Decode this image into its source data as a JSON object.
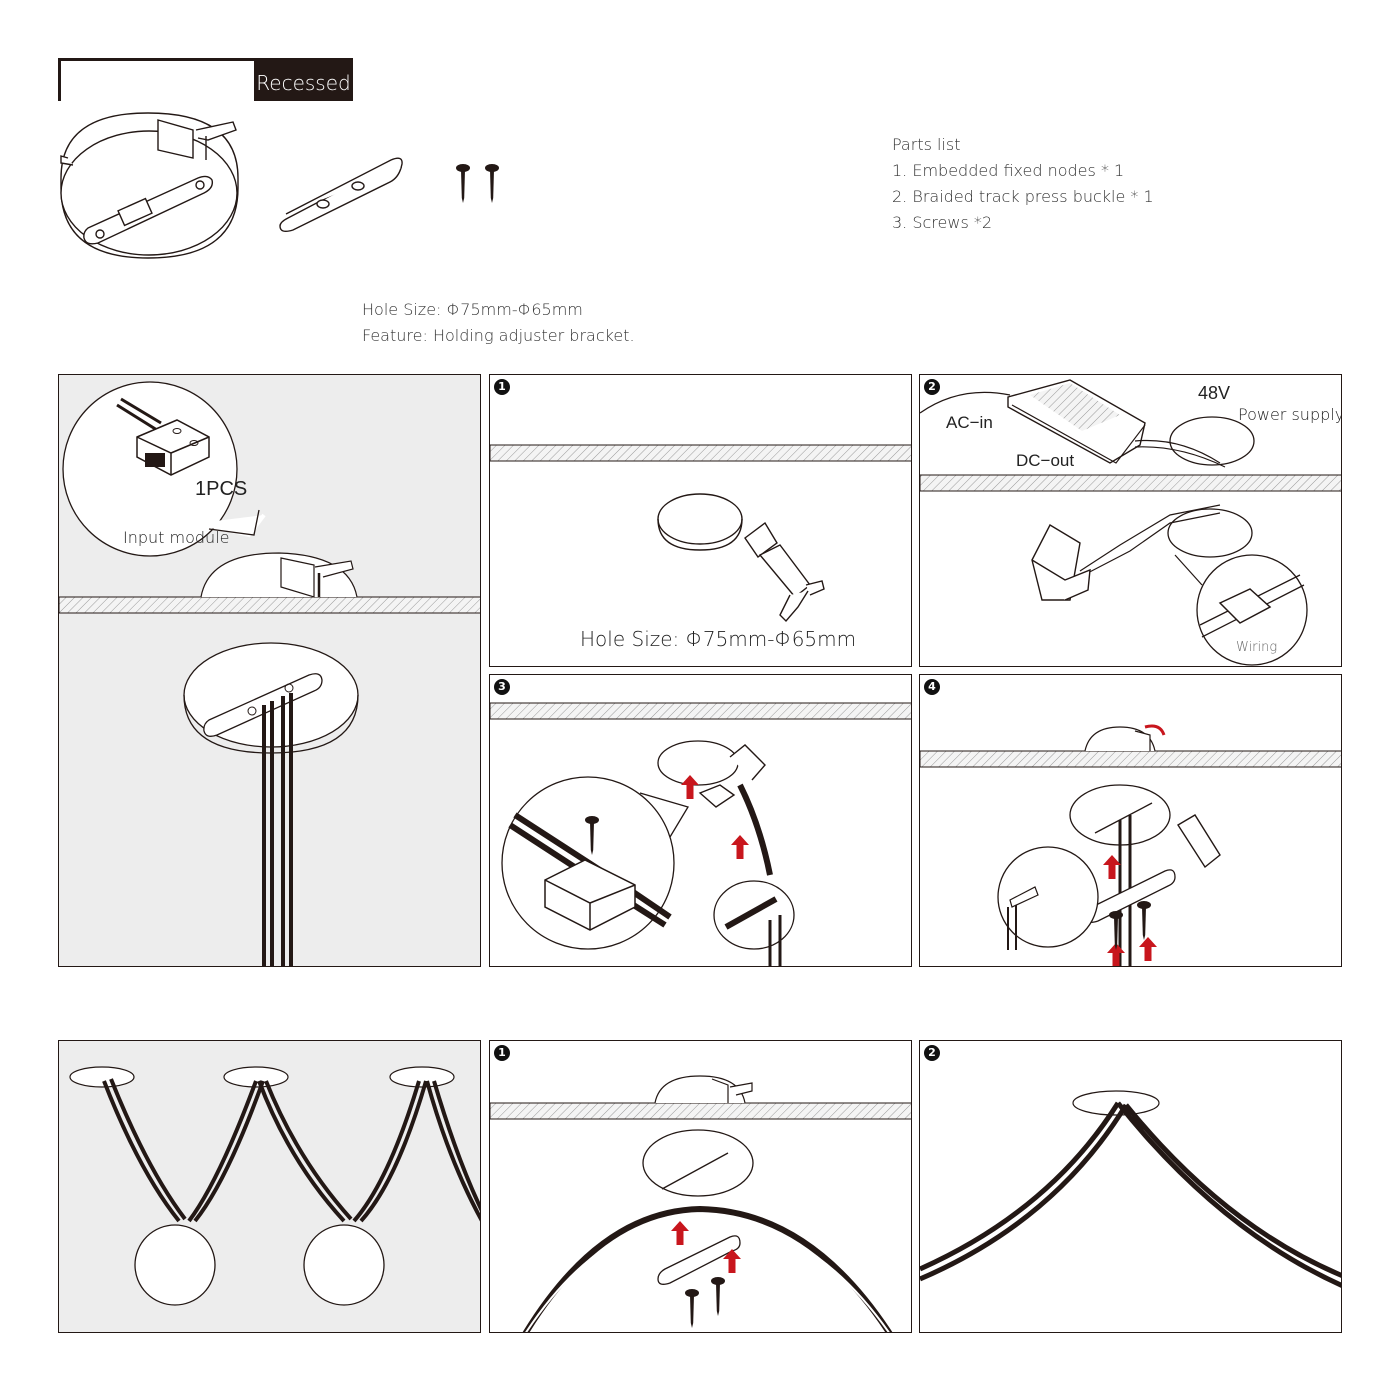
{
  "header": {
    "tab_label": "Recessed"
  },
  "parts_list": {
    "title": "Parts list",
    "items": [
      "1. Embedded fixed nodes * 1",
      "2. Braided track press buckle * 1",
      "3. Screws *2"
    ]
  },
  "info": {
    "hole_size": "Hole Size: Φ75mm-Φ65mm",
    "feature": "Feature: Holding adjuster bracket."
  },
  "panel_overview": {
    "count_label": "1PCS",
    "module_label": "Input module"
  },
  "step1": {
    "number": "1",
    "hole_label": "Hole Size: Φ75mm-Φ65mm"
  },
  "step2": {
    "number": "2",
    "voltage": "48V",
    "power_label": "Power supply",
    "ac_label": "AC−in",
    "dc_label": "DC−out",
    "wiring_label": "Wiring"
  },
  "step3": {
    "number": "3"
  },
  "step4": {
    "number": "4"
  },
  "b_step1": {
    "number": "1"
  },
  "b_step2": {
    "number": "2"
  },
  "colors": {
    "line": "#231815",
    "arrow": "#c8161d",
    "panel_gray": "#ededed",
    "hatch": "#9a9a9a"
  },
  "icons": [
    "screw-icon",
    "red-arrow-icon",
    "rotate-arrow-icon"
  ]
}
